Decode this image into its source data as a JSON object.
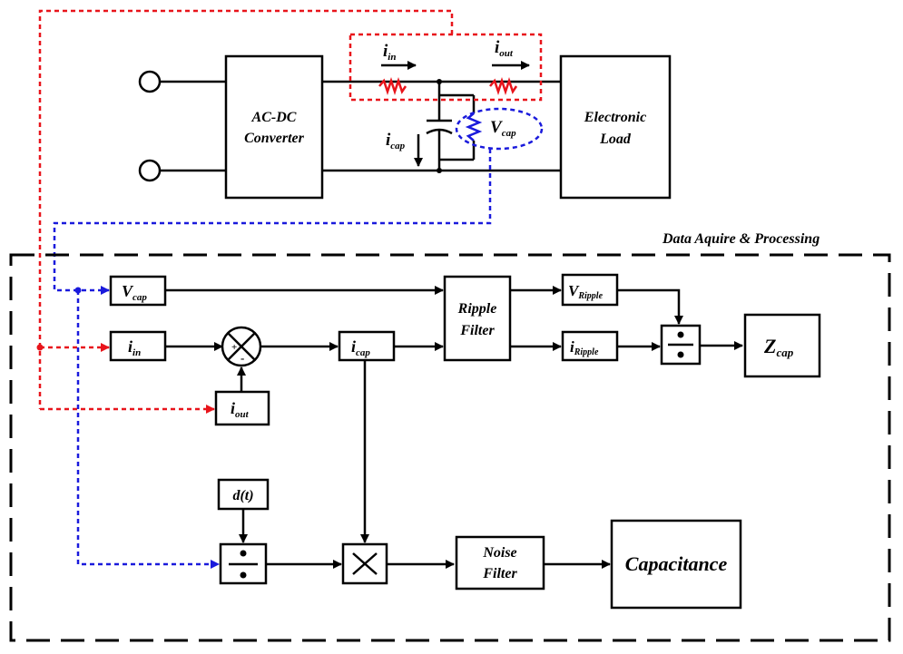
{
  "colors": {
    "current_sense": "#e8141b",
    "voltage_sense": "#1a1adc",
    "line": "#000000"
  },
  "circuit": {
    "converter_line1": "AC-DC",
    "converter_line2": "Converter",
    "load_line1": "Electronic",
    "load_line2": "Load",
    "i_in": {
      "base": "i",
      "sub": "in"
    },
    "i_out": {
      "base": "i",
      "sub": "out"
    },
    "i_cap": {
      "base": "i",
      "sub": "cap"
    },
    "v_cap": {
      "base": "V",
      "sub": "cap"
    }
  },
  "processing": {
    "title": "Data Aquire & Processing",
    "vcap": {
      "base": "V",
      "sub": "cap"
    },
    "iin": {
      "base": "i",
      "sub": "in"
    },
    "iout": {
      "base": "i",
      "sub": "out"
    },
    "icap": {
      "base": "i",
      "sub": "cap"
    },
    "ripple_line1": "Ripple",
    "ripple_line2": "Filter",
    "vripple": {
      "base": "V",
      "sub": "Ripple"
    },
    "iripple": {
      "base": "i",
      "sub": "Ripple"
    },
    "zcap": {
      "base": "Z",
      "sub": "cap"
    },
    "dt": "d(t)",
    "noise_line1": "Noise",
    "noise_line2": "Filter",
    "capacitance": "Capacitance",
    "sum_plus": "+",
    "sum_minus": "-"
  }
}
